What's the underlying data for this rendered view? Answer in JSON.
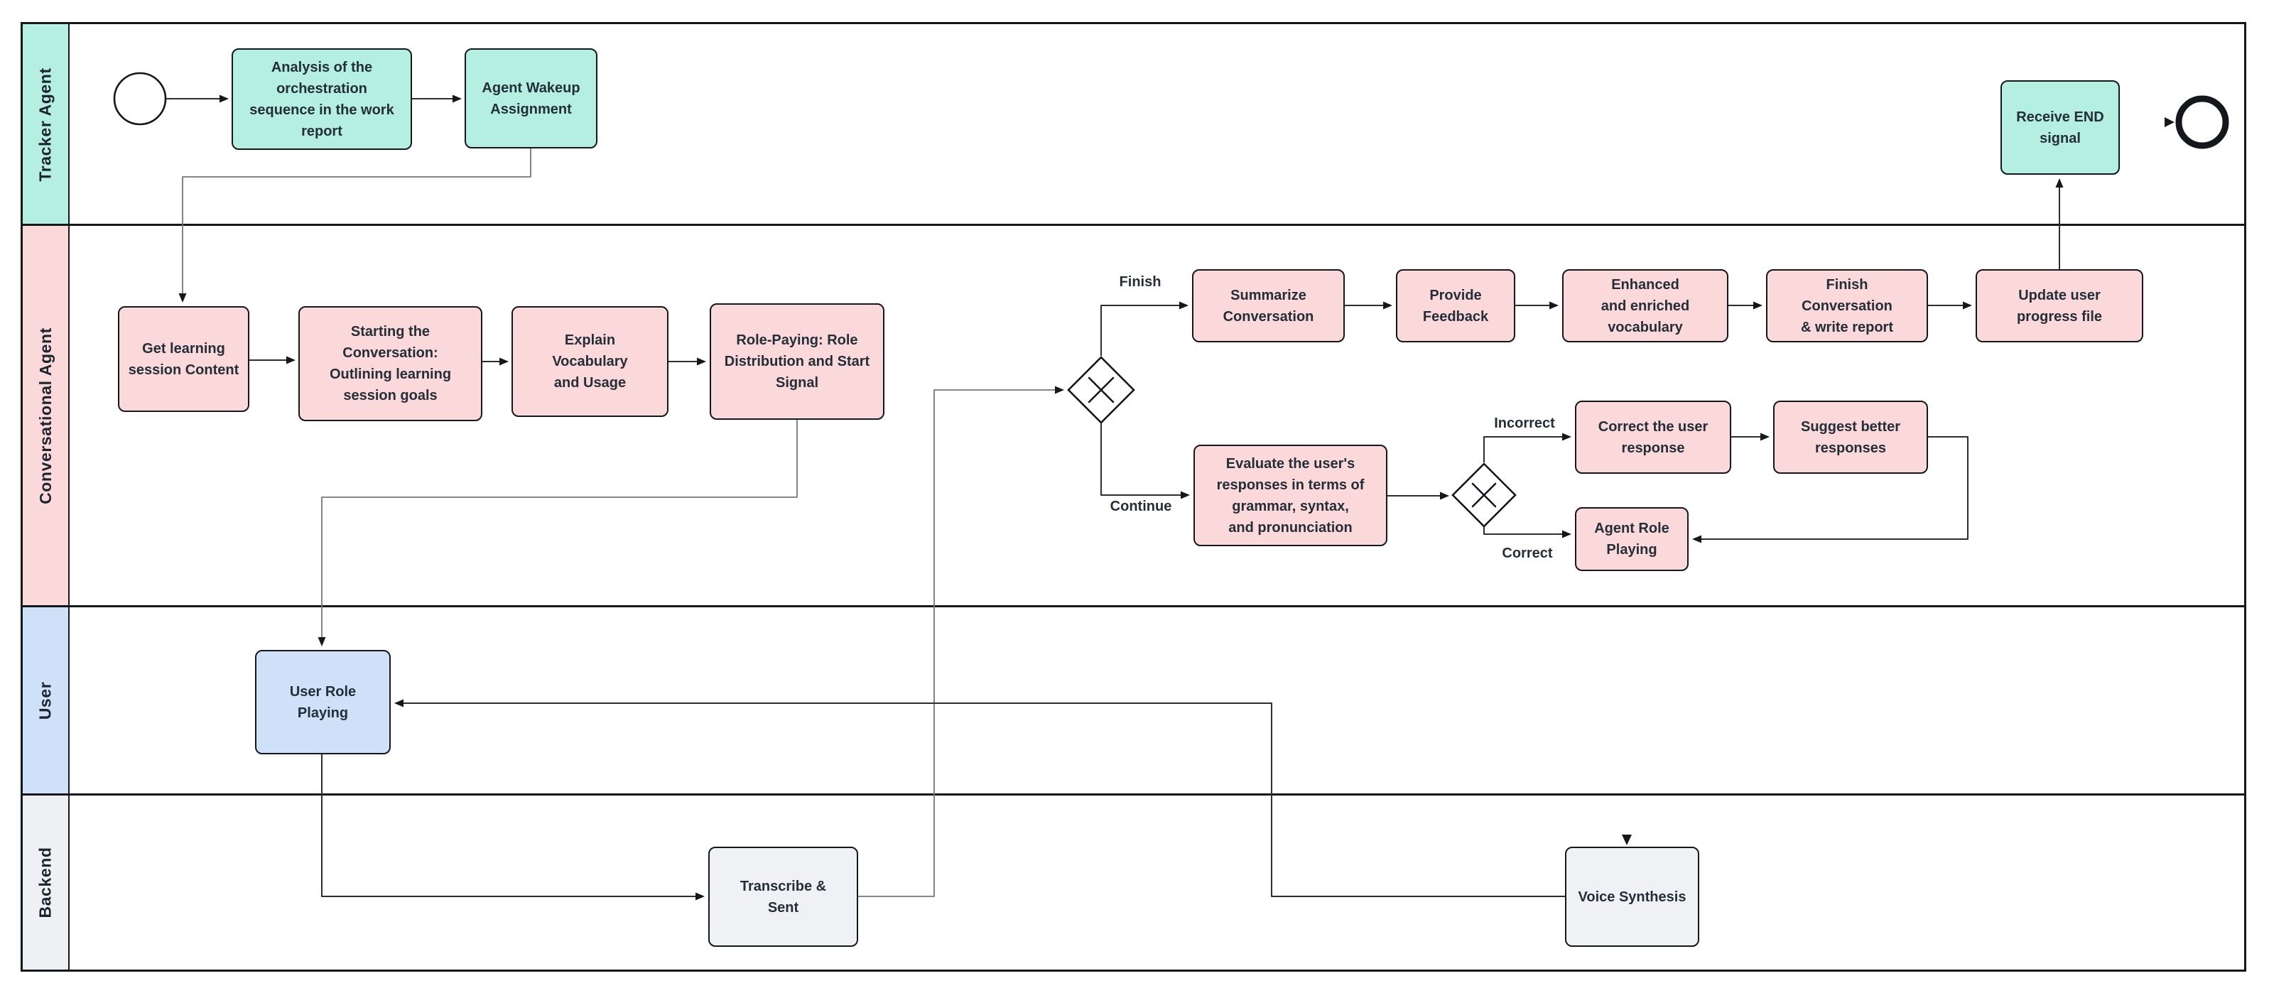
{
  "diagram_type": "bpmn-swimlane-flowchart",
  "lanes": [
    {
      "id": "tracker",
      "label": "Tracker Agent",
      "color": "#b4efe2"
    },
    {
      "id": "conversational",
      "label": "Conversational Agent",
      "color": "#fbd9da"
    },
    {
      "id": "user",
      "label": "User",
      "color": "#cfe1f9"
    },
    {
      "id": "backend",
      "label": "Backend",
      "color": "#eef0f3"
    }
  ],
  "nodes": {
    "start_event": {
      "type": "start-event-circle"
    },
    "end_event": {
      "type": "end-event-circle"
    },
    "analysis": {
      "label": "Analysis of the\norchestration\nsequence in the work\nreport",
      "lane": "tracker"
    },
    "wakeup": {
      "label": "Agent Wakeup\nAssignment",
      "lane": "tracker"
    },
    "receive_end": {
      "label": "Receive END\nsignal",
      "lane": "tracker"
    },
    "get_learning": {
      "label": "Get learning\nsession Content",
      "lane": "conversational"
    },
    "starting_conv": {
      "label": "Starting the\nConversation:\nOutlining learning\nsession goals",
      "lane": "conversational"
    },
    "explain": {
      "label": "Explain\nVocabulary\nand Usage",
      "lane": "conversational"
    },
    "role_paying": {
      "label": "Role-Paying: Role\nDistribution and Start\nSignal",
      "lane": "conversational"
    },
    "summarize": {
      "label": "Summarize\nConversation",
      "lane": "conversational"
    },
    "provide": {
      "label": "Provide\nFeedback",
      "lane": "conversational"
    },
    "enhanced": {
      "label": "Enhanced\nand enriched\nvocabulary",
      "lane": "conversational"
    },
    "finish_conv": {
      "label": "Finish\nConversation\n& write report",
      "lane": "conversational"
    },
    "update": {
      "label": "Update user\nprogress file",
      "lane": "conversational"
    },
    "evaluate": {
      "label": "Evaluate the user's\nresponses in terms of\ngrammar, syntax,\nand pronunciation",
      "lane": "conversational"
    },
    "correct_user": {
      "label": "Correct the user\nresponse",
      "lane": "conversational"
    },
    "suggest": {
      "label": "Suggest better\nresponses",
      "lane": "conversational"
    },
    "agent_role": {
      "label": "Agent Role\nPlaying",
      "lane": "conversational"
    },
    "user_role": {
      "label": "User Role\nPlaying",
      "lane": "user"
    },
    "transcribe": {
      "label": "Transcribe &\nSent",
      "lane": "backend"
    },
    "voice": {
      "label": "Voice Synthesis",
      "lane": "backend"
    }
  },
  "gateways": [
    {
      "id": "gateway-1",
      "marker": "x-exclusive"
    },
    {
      "id": "gateway-2",
      "marker": "x-exclusive"
    }
  ],
  "edge_labels": {
    "finish": "Finish",
    "continue": "Continue",
    "incorrect": "Incorrect",
    "correct": "Correct"
  },
  "colors": {
    "lane_tracker": "#b4efe2",
    "lane_conversational": "#fbd9da",
    "lane_user": "#cfe1f9",
    "lane_backend": "#eef0f3",
    "node_border": "#14181d",
    "edge": "#2b2f33",
    "edge_light": "#73787d",
    "text": "#242e38"
  }
}
